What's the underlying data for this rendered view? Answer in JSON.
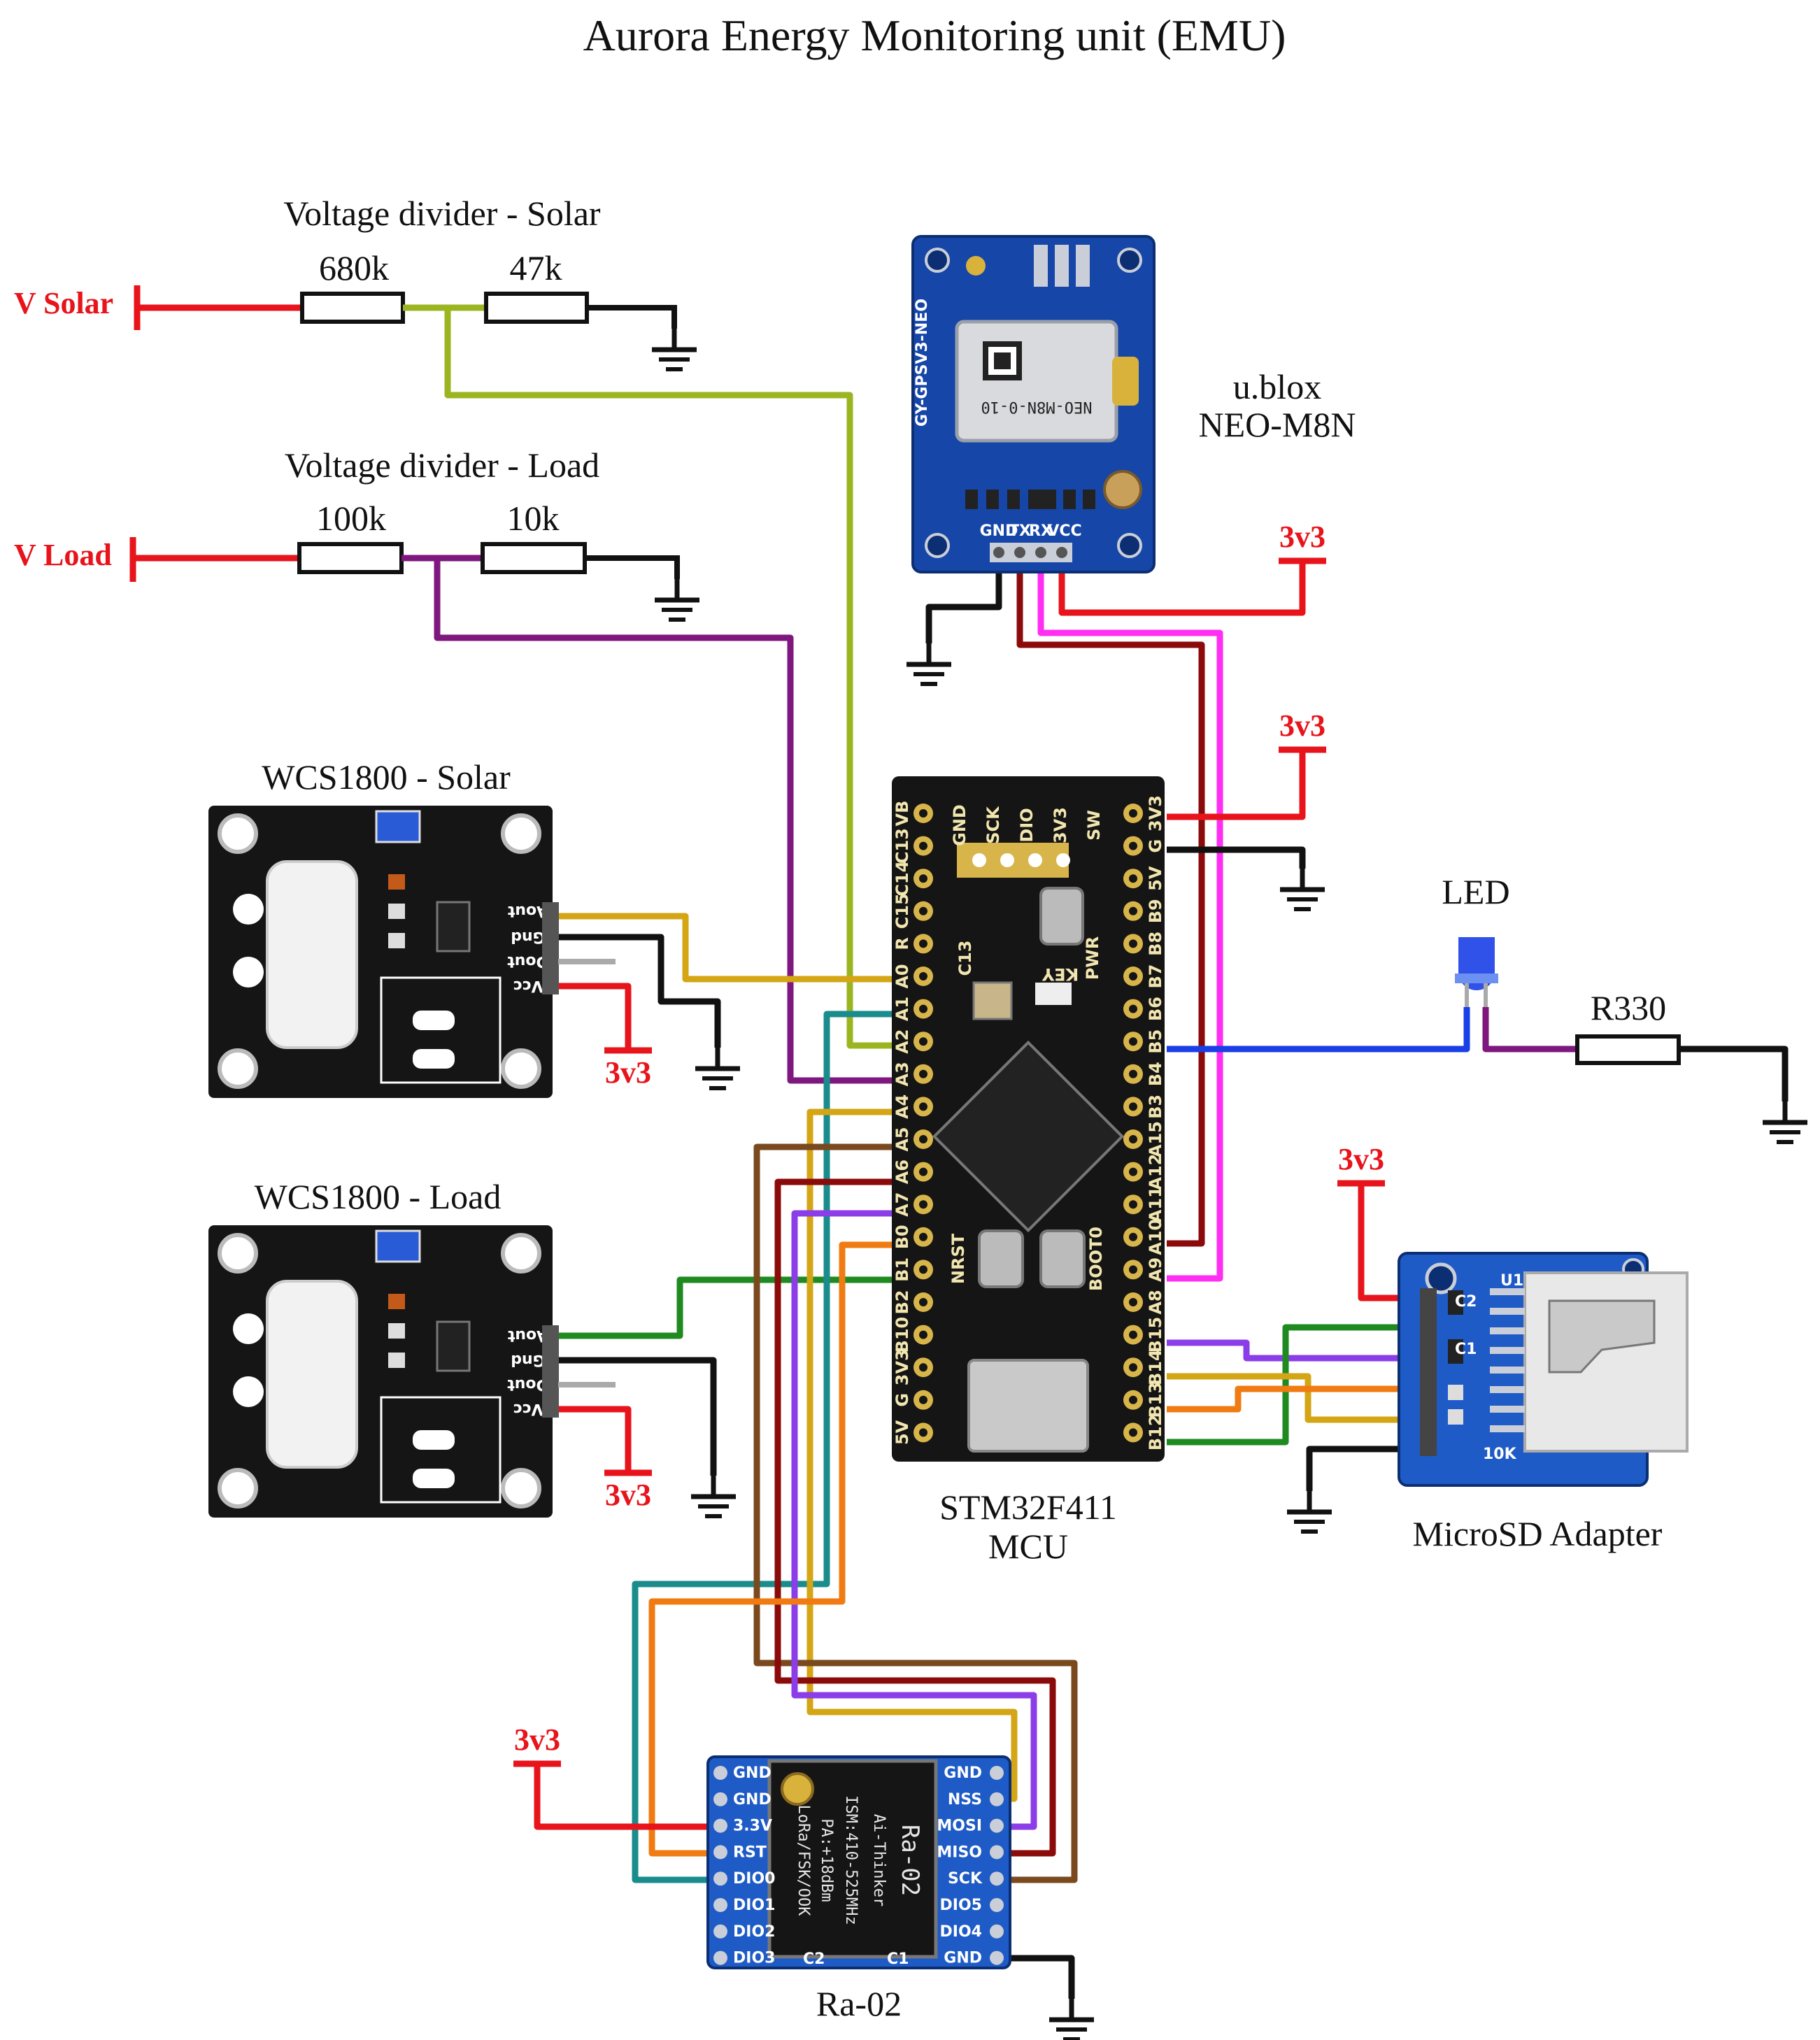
{
  "title": "Aurora Energy Monitoring unit (EMU)",
  "power_label": "3v3",
  "voltage_divider_solar": {
    "title": "Voltage divider - Solar",
    "input": "V Solar",
    "r1": "680k",
    "r2": "47k"
  },
  "voltage_divider_load": {
    "title": "Voltage divider - Load",
    "input": "V Load",
    "r1": "100k",
    "r2": "10k"
  },
  "gps": {
    "title_line1": "u.blox",
    "title_line2": "NEO-M8N",
    "pins": [
      "GND",
      "TX",
      "RX",
      "VCC"
    ],
    "board_text": "NEO-M8N-0-10",
    "side_text": "GY-GPSV3-NEO"
  },
  "wcs_solar": {
    "title": "WCS1800 - Solar",
    "pins": [
      "Aout",
      "Gnd",
      "Dout",
      "Vcc"
    ]
  },
  "wcs_load": {
    "title": "WCS1800 - Load",
    "pins": [
      "Aout",
      "Gnd",
      "Dout",
      "Vcc"
    ]
  },
  "mcu": {
    "title_line1": "STM32F411",
    "title_line2": "MCU",
    "top_pins": [
      "GND",
      "SCK",
      "DIO",
      "3V3",
      "SW"
    ],
    "left_pins": [
      "VB",
      "C13",
      "C14",
      "C15",
      "R",
      "A0",
      "A1",
      "A2",
      "A3",
      "A4",
      "A5",
      "A6",
      "A7",
      "B0",
      "B1",
      "B2",
      "B10",
      "3V3",
      "G",
      "5V"
    ],
    "right_pins": [
      "3V3",
      "G",
      "5V",
      "B9",
      "B8",
      "B7",
      "B6",
      "B5",
      "B4",
      "B3",
      "A15",
      "A12",
      "A11",
      "A10",
      "A9",
      "A8",
      "B15",
      "B14",
      "B13",
      "B12"
    ],
    "board_labels": {
      "c13": "C13",
      "key": "KEY",
      "pwr": "PWR",
      "nrst": "NRST",
      "boot0": "BOOT0"
    }
  },
  "led": {
    "title": "LED",
    "resistor": "R330"
  },
  "sd": {
    "title": "MicroSD Adapter",
    "u1": "U1",
    "c2": "C2",
    "c1": "C1",
    "r": "10K"
  },
  "lora": {
    "title": "Ra-02",
    "left_pins": [
      "GND",
      "GND",
      "3.3V",
      "RST",
      "DIO0",
      "DIO1",
      "DIO2",
      "DIO3"
    ],
    "right_pins": [
      "GND",
      "NSS",
      "MOSI",
      "MISO",
      "SCK",
      "DIO5",
      "DIO4",
      "GND"
    ],
    "chip_lines": [
      "Ra-02",
      "Ai-Thinker",
      "ISM:410-525MHz",
      "PA:+18dBm",
      "LoRa/FSK/OOK"
    ],
    "bottom_labels": [
      "C2",
      "C1"
    ]
  },
  "colors": {
    "power": "#e8141b",
    "ground": "#111111",
    "solar_divider": "#9bb521",
    "load_divider": "#7e177e",
    "wcs_solar_out": "#d4a514",
    "wcs_load_out": "#1f8a1f",
    "gps_tx": "#8b0a0a",
    "gps_rx": "#ff2ef2",
    "led": "#1a3fe6",
    "sd_purple": "#8b3ee8",
    "sd_orange": "#f07b12",
    "teal": "#1a8c8c",
    "brown": "#7a4a1e",
    "pcb_blue": "#1646a8",
    "pcb_black": "#151515"
  }
}
